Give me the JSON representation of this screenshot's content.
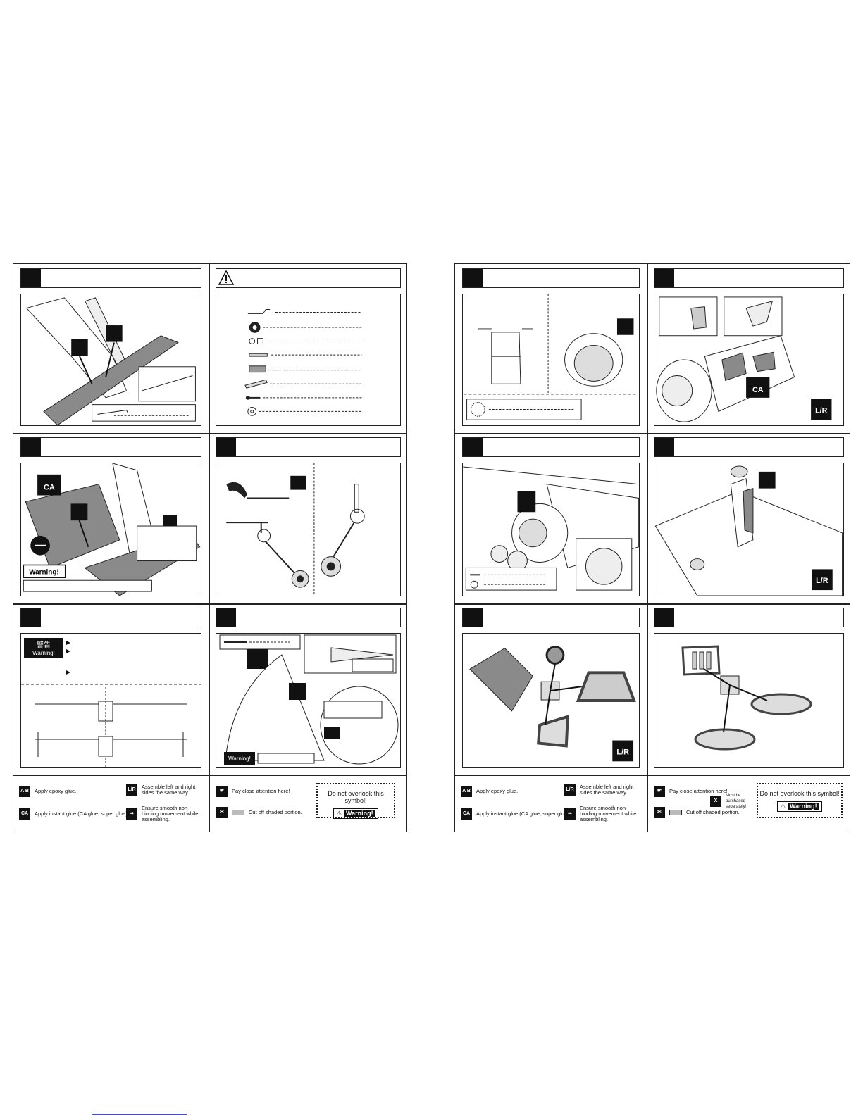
{
  "legend": {
    "epoxy": "Apply epoxy glue.",
    "ca": "Apply instant glue (CA glue, super glue).",
    "lr": "Assemble left and right sides the same way.",
    "smooth": "Ensure smooth non-binding movement while assembling.",
    "attention": "Pay close attention here!",
    "cutoff": "Cut off shaded portion.",
    "overlook": "Do not overlook this symbol!",
    "warning": "Warning!",
    "purchased": "Must be purchased separately!"
  },
  "labels": {
    "ab": "A B",
    "ca": "CA",
    "lr": "L/R",
    "warning": "Warning!",
    "keigao": "警告",
    "x": "X"
  },
  "icons": {
    "epoxy_glue": "epoxy-glue-icon",
    "ca_glue": "ca-glue-icon",
    "left_right": "left-right-icon",
    "smooth_movement": "smooth-movement-icon",
    "attention": "pointing-hand-icon",
    "cut_off": "cut-off-icon",
    "warning": "warning-triangle-icon"
  }
}
